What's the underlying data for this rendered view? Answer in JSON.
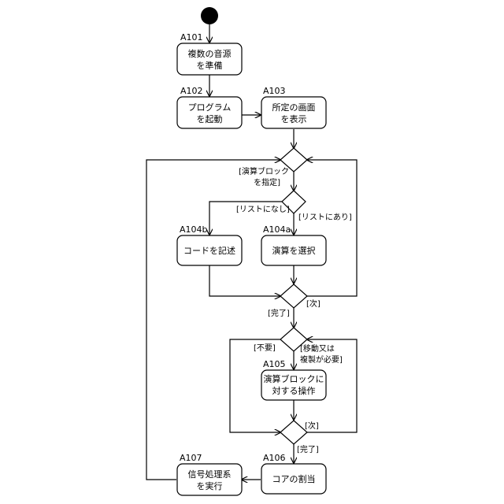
{
  "nodes": {
    "a101": {
      "id": "A101",
      "line1": "複数の音源",
      "line2": "を準備"
    },
    "a102": {
      "id": "A102",
      "line1": "プログラム",
      "line2": "を起動"
    },
    "a103": {
      "id": "A103",
      "line1": "所定の画面",
      "line2": "を表示"
    },
    "a104b": {
      "id": "A104b",
      "line1": "コードを記述"
    },
    "a104a": {
      "id": "A104a",
      "line1": "演算を選択"
    },
    "a105": {
      "id": "A105",
      "line1": "演算ブロックに",
      "line2": "対する操作"
    },
    "a106": {
      "id": "A106",
      "line1": "コアの割当"
    },
    "a107": {
      "id": "A107",
      "line1": "信号処理系",
      "line2": "を実行"
    }
  },
  "guards": {
    "specify_line1": "[演算ブロック",
    "specify_line2": "を指定]",
    "not_in_list": "[リストになし]",
    "in_list": "[リストにあり]",
    "next1": "[次]",
    "done1": "[完了]",
    "not_needed": "[不要]",
    "move_copy_line1": "[移動又は",
    "move_copy_line2": "複製が必要]",
    "next2": "[次]",
    "done2": "[完了]"
  }
}
